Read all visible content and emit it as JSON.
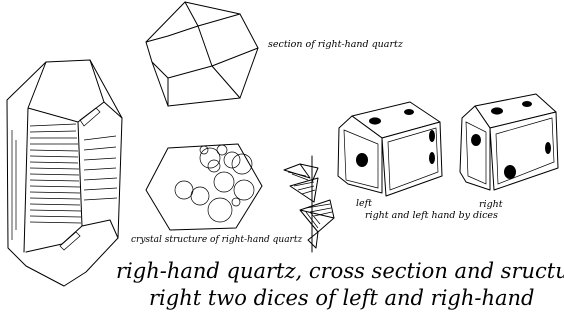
{
  "labels": {
    "section": "section of right-hand quartz",
    "structure": "crystal structure of right-hand quartz",
    "dice_left": "left",
    "dice_right": "right",
    "dice_caption": "right and left hand by dices"
  },
  "caption": {
    "line1": "righ-hand quartz, cross section and sructure,",
    "line2": "right two dices of left and righ-hand"
  }
}
